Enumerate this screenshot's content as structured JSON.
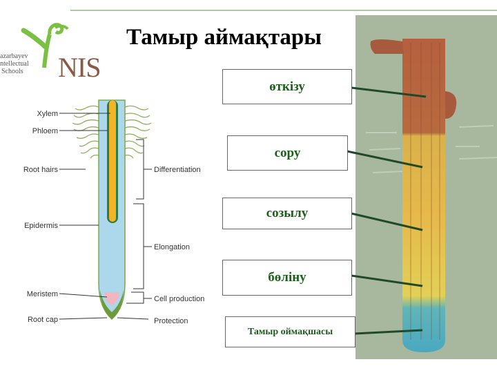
{
  "header": {
    "title": "Тамыр аймақтары",
    "logo": {
      "brand": "NIS",
      "subtitle_lines": [
        "Nazarbayev",
        "Intellectual",
        "Schools"
      ],
      "visible_lines": [
        "azarbayev",
        "ntellectual",
        "Schools"
      ]
    }
  },
  "left_diagram": {
    "left_labels": [
      "Xylem",
      "Phloem",
      "Root hairs",
      "Epidermis",
      "Meristem",
      "Root cap"
    ],
    "right_labels": [
      "Differentiation",
      "Elongation",
      "Cell production",
      "Protection"
    ]
  },
  "zone_labels": [
    "өткізу",
    "сору",
    "созылу",
    "бөліну",
    "Тамыр оймақшасы"
  ],
  "colors": {
    "label_text": "#1d5e1d",
    "panel_bg": "#a8b89e",
    "zone_conduction": "#b5603f",
    "zone_absorption": "#e2c050",
    "zone_cap": "#4fb0c0"
  }
}
